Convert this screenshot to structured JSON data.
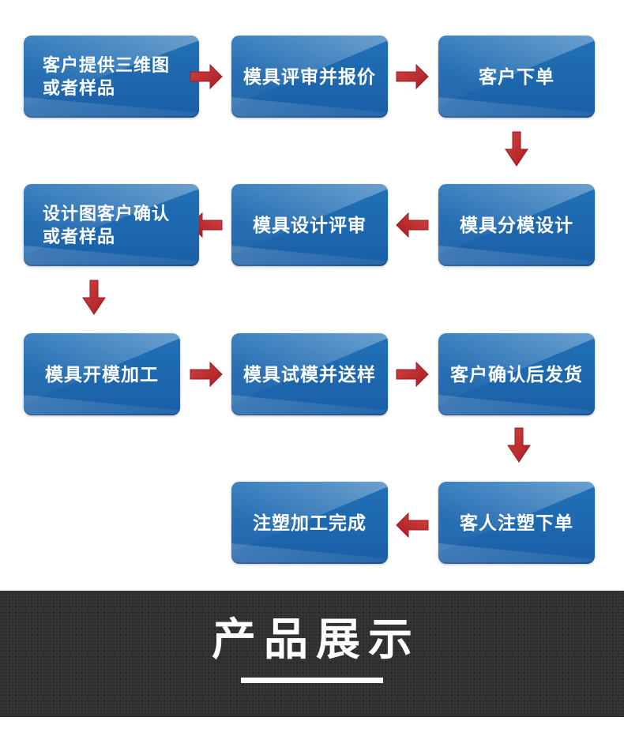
{
  "flow": {
    "steps": [
      {
        "label": "客户提供三维图\n或者样品"
      },
      {
        "label": "模具评审并报价"
      },
      {
        "label": "客户下单"
      },
      {
        "label": "模具分模设计"
      },
      {
        "label": "模具设计评审"
      },
      {
        "label": "设计图客户确认\n或者样品"
      },
      {
        "label": "模具开模加工"
      },
      {
        "label": "模具试模并送样"
      },
      {
        "label": "客户确认后发货"
      },
      {
        "label": "客人注塑下单"
      },
      {
        "label": "注塑加工完成"
      }
    ],
    "arrows": [
      {
        "from": 0,
        "to": 1,
        "direction": "right"
      },
      {
        "from": 1,
        "to": 2,
        "direction": "right"
      },
      {
        "from": 2,
        "to": 3,
        "direction": "down"
      },
      {
        "from": 3,
        "to": 4,
        "direction": "left"
      },
      {
        "from": 4,
        "to": 5,
        "direction": "left"
      },
      {
        "from": 5,
        "to": 6,
        "direction": "down"
      },
      {
        "from": 6,
        "to": 7,
        "direction": "right"
      },
      {
        "from": 7,
        "to": 8,
        "direction": "right"
      },
      {
        "from": 8,
        "to": 9,
        "direction": "down"
      },
      {
        "from": 9,
        "to": 10,
        "direction": "left"
      }
    ]
  },
  "banner": {
    "title": "产品展示"
  },
  "colors": {
    "box_blue": "#1b62a9",
    "box_gloss_highlight": "#4a87c3",
    "arrow_red": "#c1272d",
    "banner_background": "#303030",
    "banner_text": "#ffffff"
  }
}
